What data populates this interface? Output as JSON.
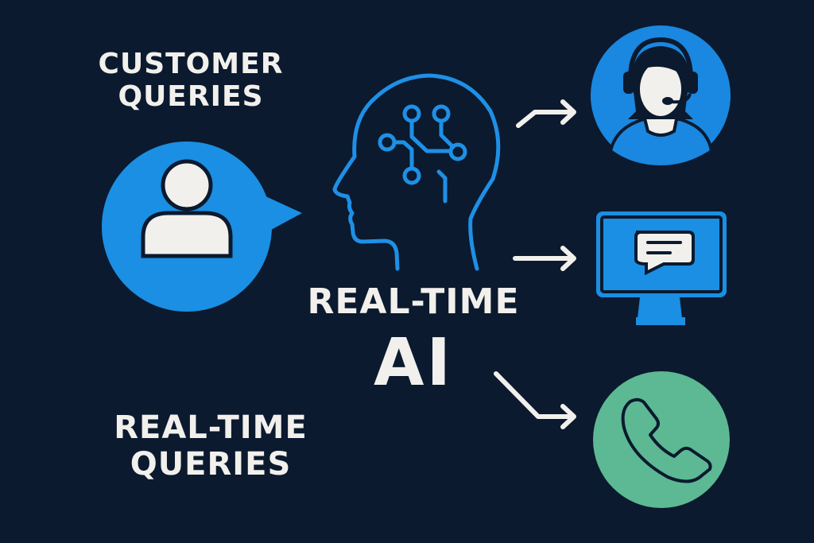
{
  "labels": {
    "customer_queries": [
      "CUSTOMER",
      "QUERIES"
    ],
    "realtime_queries": [
      "REAL-TIME",
      "QUERIES"
    ],
    "center_line1": "REAL-TIME",
    "center_line2": "AI"
  },
  "colors": {
    "background": "#0b1a2e",
    "blue": "#1e90e6",
    "green": "#5cb993",
    "text": "#f2f0ec"
  },
  "icons": [
    "user-icon",
    "ai-head-icon",
    "support-agent-icon",
    "chat-monitor-icon",
    "phone-icon"
  ]
}
